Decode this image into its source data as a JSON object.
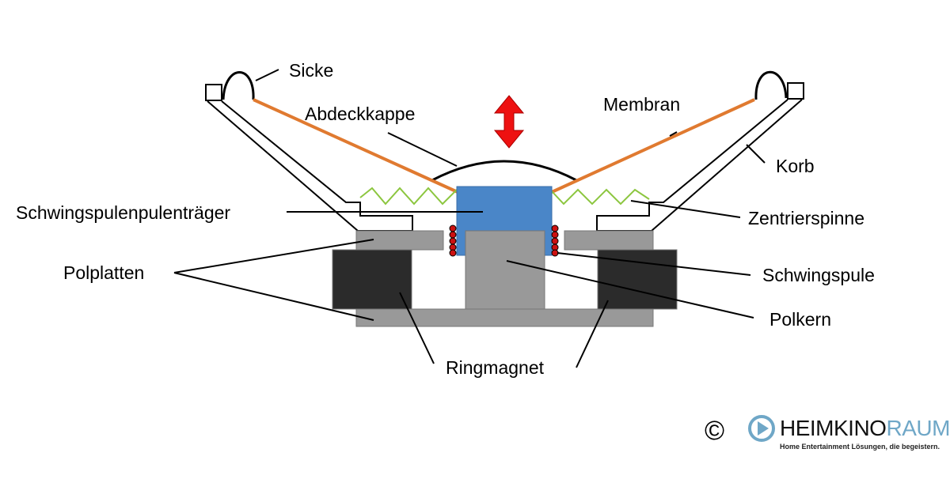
{
  "labels": {
    "sicke": "Sicke",
    "abdeckkappe": "Abdeckkappe",
    "membran": "Membran",
    "korb": "Korb",
    "schwingspulentraeger": "Schwingspulenpulenträger",
    "zentrierspinne": "Zentrierspinne",
    "polplatten": "Polplatten",
    "schwingspule": "Schwingspule",
    "polkern": "Polkern",
    "ringmagnet": "Ringmagnet"
  },
  "logo": {
    "copyright": "©",
    "name_dark": "HEIMKINO",
    "name_light": "RAUM",
    "tagline": "Home Entertainment Lösungen, die begeistern."
  },
  "colors": {
    "membrane": "#e07a30",
    "spider": "#8cc63f",
    "former": "#4a86c8",
    "steel": "#999999",
    "magnet": "#2b2b2b",
    "coil": "#cc1111",
    "arrow": "#ee1111",
    "logo_accent": "#6fa7c7"
  }
}
